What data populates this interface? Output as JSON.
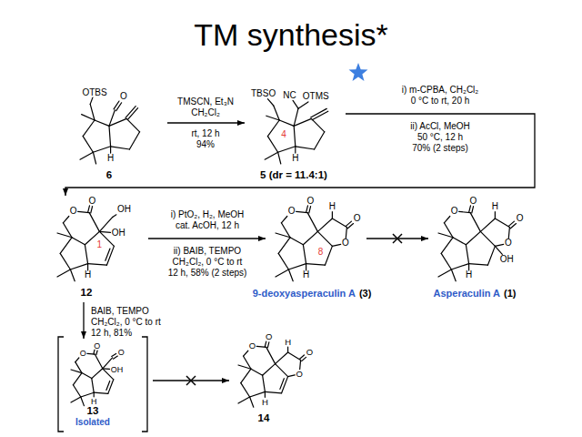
{
  "diagram": {
    "title": "TM synthesis*",
    "nodes": [
      {
        "text": [
          "OTBS",
          "O",
          "H",
          "6"
        ]
      },
      {
        "text": [
          "TBSO",
          "NC",
          "OTMS",
          "4",
          "H",
          "5 (dr = 11.4:1)"
        ]
      },
      {
        "text": [
          "O",
          "O",
          "1",
          "OH",
          "OH",
          "H",
          "12"
        ]
      },
      {
        "text": [
          "O",
          "O",
          "H",
          "O",
          "O",
          "8",
          "H",
          "9-deoxyasperaculin A",
          "(3)"
        ]
      },
      {
        "text": [
          "O",
          "O",
          "H",
          "O",
          "O",
          "OH",
          "H",
          "Asperaculin A",
          "(1)"
        ]
      },
      {
        "text": [
          "O",
          "O",
          "O",
          "OH",
          "H",
          "13",
          "Isolated"
        ]
      },
      {
        "text": [
          "O",
          "O",
          "H",
          "O",
          "O",
          "H",
          "14"
        ]
      }
    ],
    "edges": [
      {
        "from": 0,
        "to": 1,
        "arrow": "to"
      },
      {
        "from": 1,
        "to": 2,
        "arrow": "to"
      },
      {
        "from": 2,
        "to": 3,
        "arrow": "to"
      },
      {
        "from": 3,
        "to": 4,
        "arrow": "to"
      },
      {
        "from": 2,
        "to": 5,
        "arrow": "to"
      },
      {
        "from": 5,
        "to": 6,
        "arrow": "to"
      }
    ],
    "labels": [
      "TMSCN, Et₃N",
      "CH₂Cl₂",
      "rt, 12 h",
      "94%",
      "i) m-CPBA, CH₂Cl₂",
      "0 °C to rt, 20 h",
      "ii) AcCl, MeOH",
      "50 °C, 12 h",
      "70% (2 steps)",
      "i) PtO₂, H₂, MeOH",
      "cat. AcOH, 12 h",
      "ii) BAIB, TEMPO",
      "CH₂Cl₂, 0 °C to rt",
      "12 h, 58% (2 steps)",
      "BAIB, TEMPO",
      "CH₂Cl₂, 0 °C to rt",
      "12 h, 81%"
    ]
  }
}
